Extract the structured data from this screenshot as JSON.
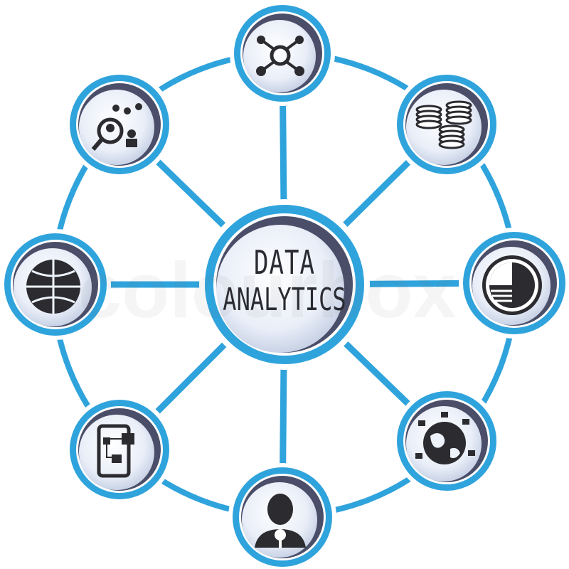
{
  "center": {
    "line1": "DATA",
    "line2": "ANALYTICS"
  },
  "watermark": "colourbox",
  "colors": {
    "ring": "#2fa3dc",
    "crescent": "#4a4e68",
    "fill": "#eef3fb",
    "icon": "#2b2b30"
  },
  "nodes": [
    {
      "icon": "network-nodes-icon"
    },
    {
      "icon": "database-stacks-icon"
    },
    {
      "icon": "pie-chart-icon"
    },
    {
      "icon": "globe-chat-icon"
    },
    {
      "icon": "user-search-icon"
    },
    {
      "icon": "tablet-flowchart-icon"
    },
    {
      "icon": "globe-network-icon"
    },
    {
      "icon": "people-search-icon"
    }
  ]
}
